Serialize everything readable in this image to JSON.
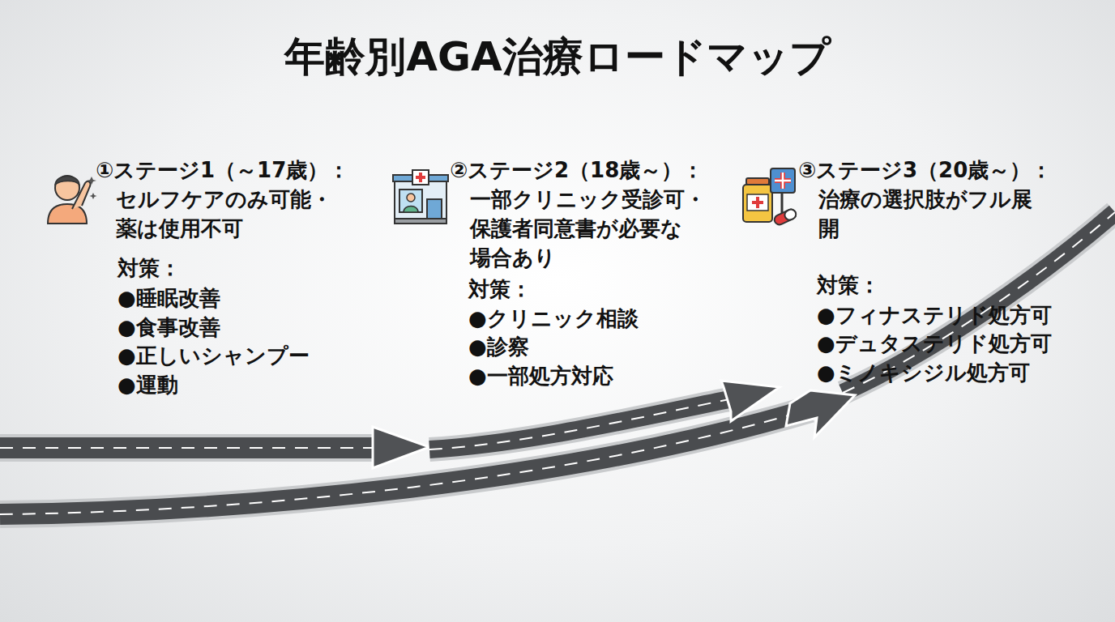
{
  "diagram": {
    "title": "年齢別AGA治療ロードマップ",
    "labels": [
      "①ステージ1（～17歳）： セルフケアのみ可能・ 薬は使用不可",
      "対策：",
      "●睡眠改善",
      "●食事改善",
      "●正しいシャンプー",
      "●運動",
      "②ステージ2（18歳～）： 一部クリニック受診可・ 保護者同意書が必要な 場合あり",
      "対策：",
      "●クリニック相談",
      "●診察",
      "●一部処方対応",
      "③ステージ3（20歳～）： 治療の選択肢がフル展 開",
      "対策：",
      "●フィナステリド処方可",
      "●デュタステリド処方可",
      "●ミノキシジル処方可"
    ]
  }
}
